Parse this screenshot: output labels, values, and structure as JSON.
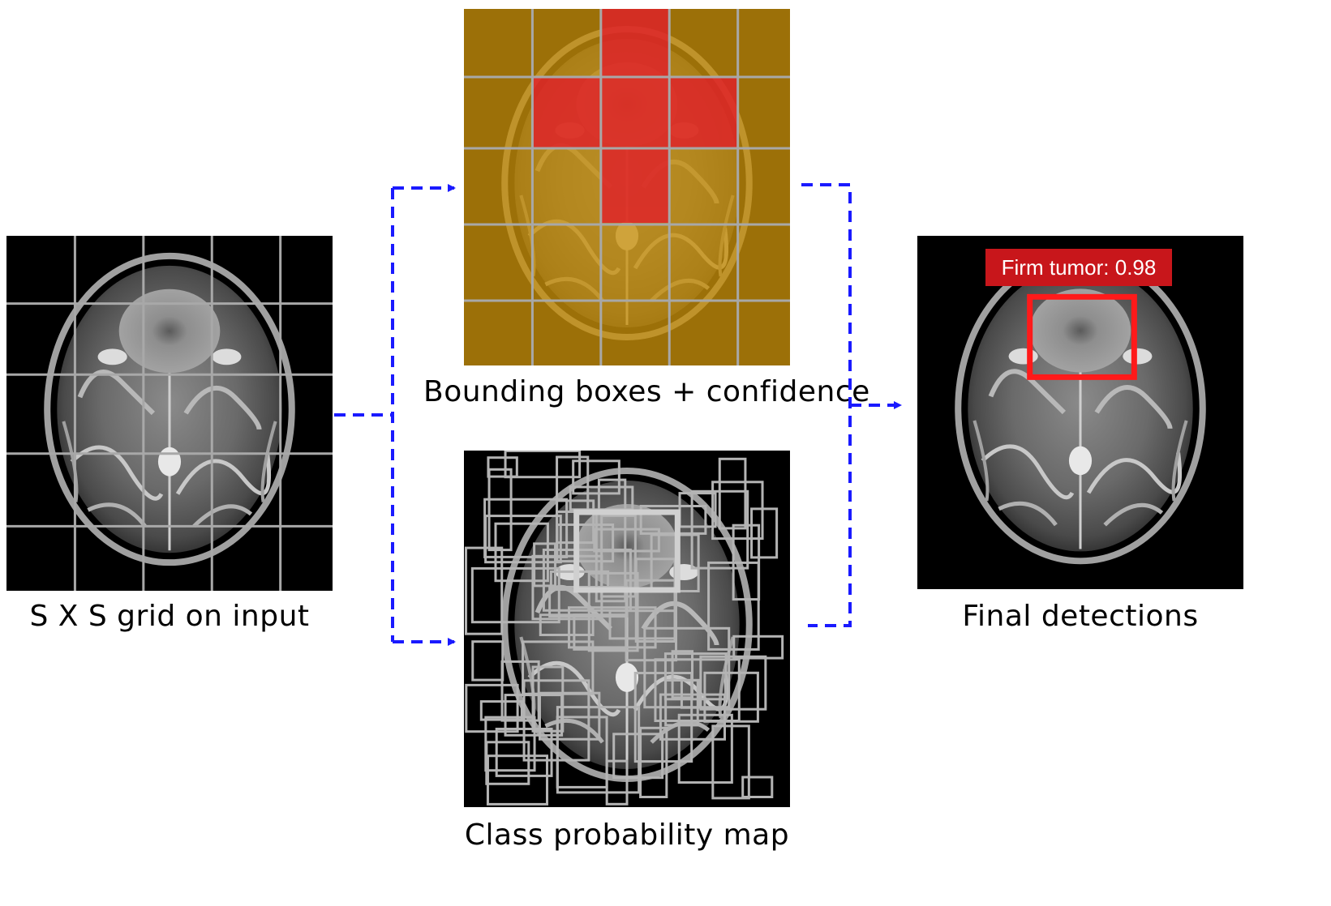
{
  "labels": {
    "input_grid": "S X S grid on input",
    "bounding_boxes": "Bounding boxes + confidence",
    "class_map": "Class probability map",
    "final": "Final detections"
  },
  "detection": {
    "label": "Firm tumor: 0.98",
    "box_color": "#ff1a1a",
    "label_bg": "#c8161b"
  },
  "colors": {
    "arrow": "#1a1aff",
    "grid_line": "#a8a8a8",
    "overlay_low": "#c8900a",
    "overlay_high": "#e0202a"
  },
  "grid": {
    "rows": 5,
    "cols": 5,
    "confidence_high_cells": [
      [
        0,
        2
      ],
      [
        1,
        1
      ],
      [
        1,
        2
      ],
      [
        1,
        3
      ],
      [
        2,
        2
      ]
    ]
  }
}
